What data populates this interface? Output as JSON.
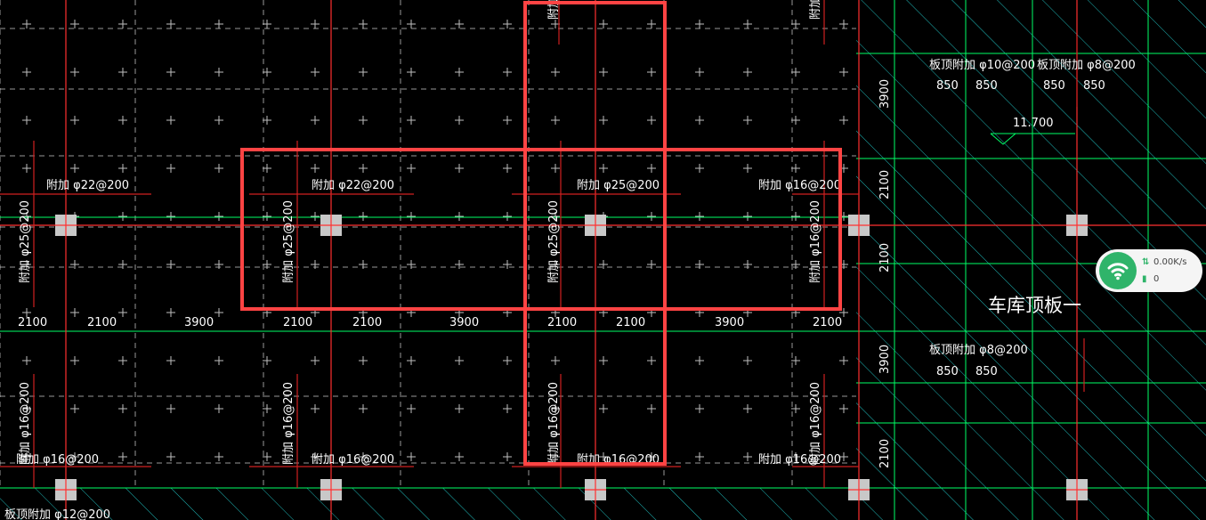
{
  "colors": {
    "background": "#000000",
    "axis_line": "#ff3030",
    "grid_line": "#00ff66",
    "rebar_line": "#cc2222",
    "dim_text": "#ffffff",
    "hatch": "#1fb8b8",
    "highlight_box": "#ff4444",
    "column": "#c8c8c8"
  },
  "rebar_labels": {
    "top_row": [
      "附加 φ22@200",
      "附加 φ22@200",
      "附加 φ25@200",
      "附加 φ16@200"
    ],
    "bottom_row": [
      "附加 φ16@200",
      "附加 φ16@200",
      "附加 φ16@200",
      "附加 φ16@200"
    ],
    "mid_vertical": [
      "附加 φ25@200",
      "附加 φ25@200",
      "附加 φ25@200",
      "附加 φ16@200"
    ],
    "low_vertical": [
      "附加 φ16@200",
      "附加 φ16@200",
      "附加 φ16@200",
      "附加 φ16@200"
    ],
    "top_vertical_partial": [
      "附加"
    ],
    "bottom_partial": "板顶附加 φ12@200"
  },
  "dimensions": {
    "bay_row": [
      "2100",
      "2100",
      "3900",
      "2100",
      "2100",
      "3900",
      "2100",
      "2100",
      "3900",
      "2100"
    ],
    "right_vertical": [
      "3900",
      "2100",
      "2100",
      "3900",
      "2100"
    ]
  },
  "right_panel": {
    "notes": [
      {
        "text": "板顶附加 φ10@200"
      },
      {
        "text": "板顶附加 φ8@200"
      },
      {
        "text": "板顶附加 φ8@200"
      }
    ],
    "dims": [
      "850",
      "850",
      "850",
      "850",
      "850",
      "850"
    ],
    "elevation": "11.700",
    "zone_label": "车库顶板一"
  },
  "network_widget": {
    "speed": "0.00K/s",
    "count": "0",
    "icon": "wifi-icon"
  }
}
